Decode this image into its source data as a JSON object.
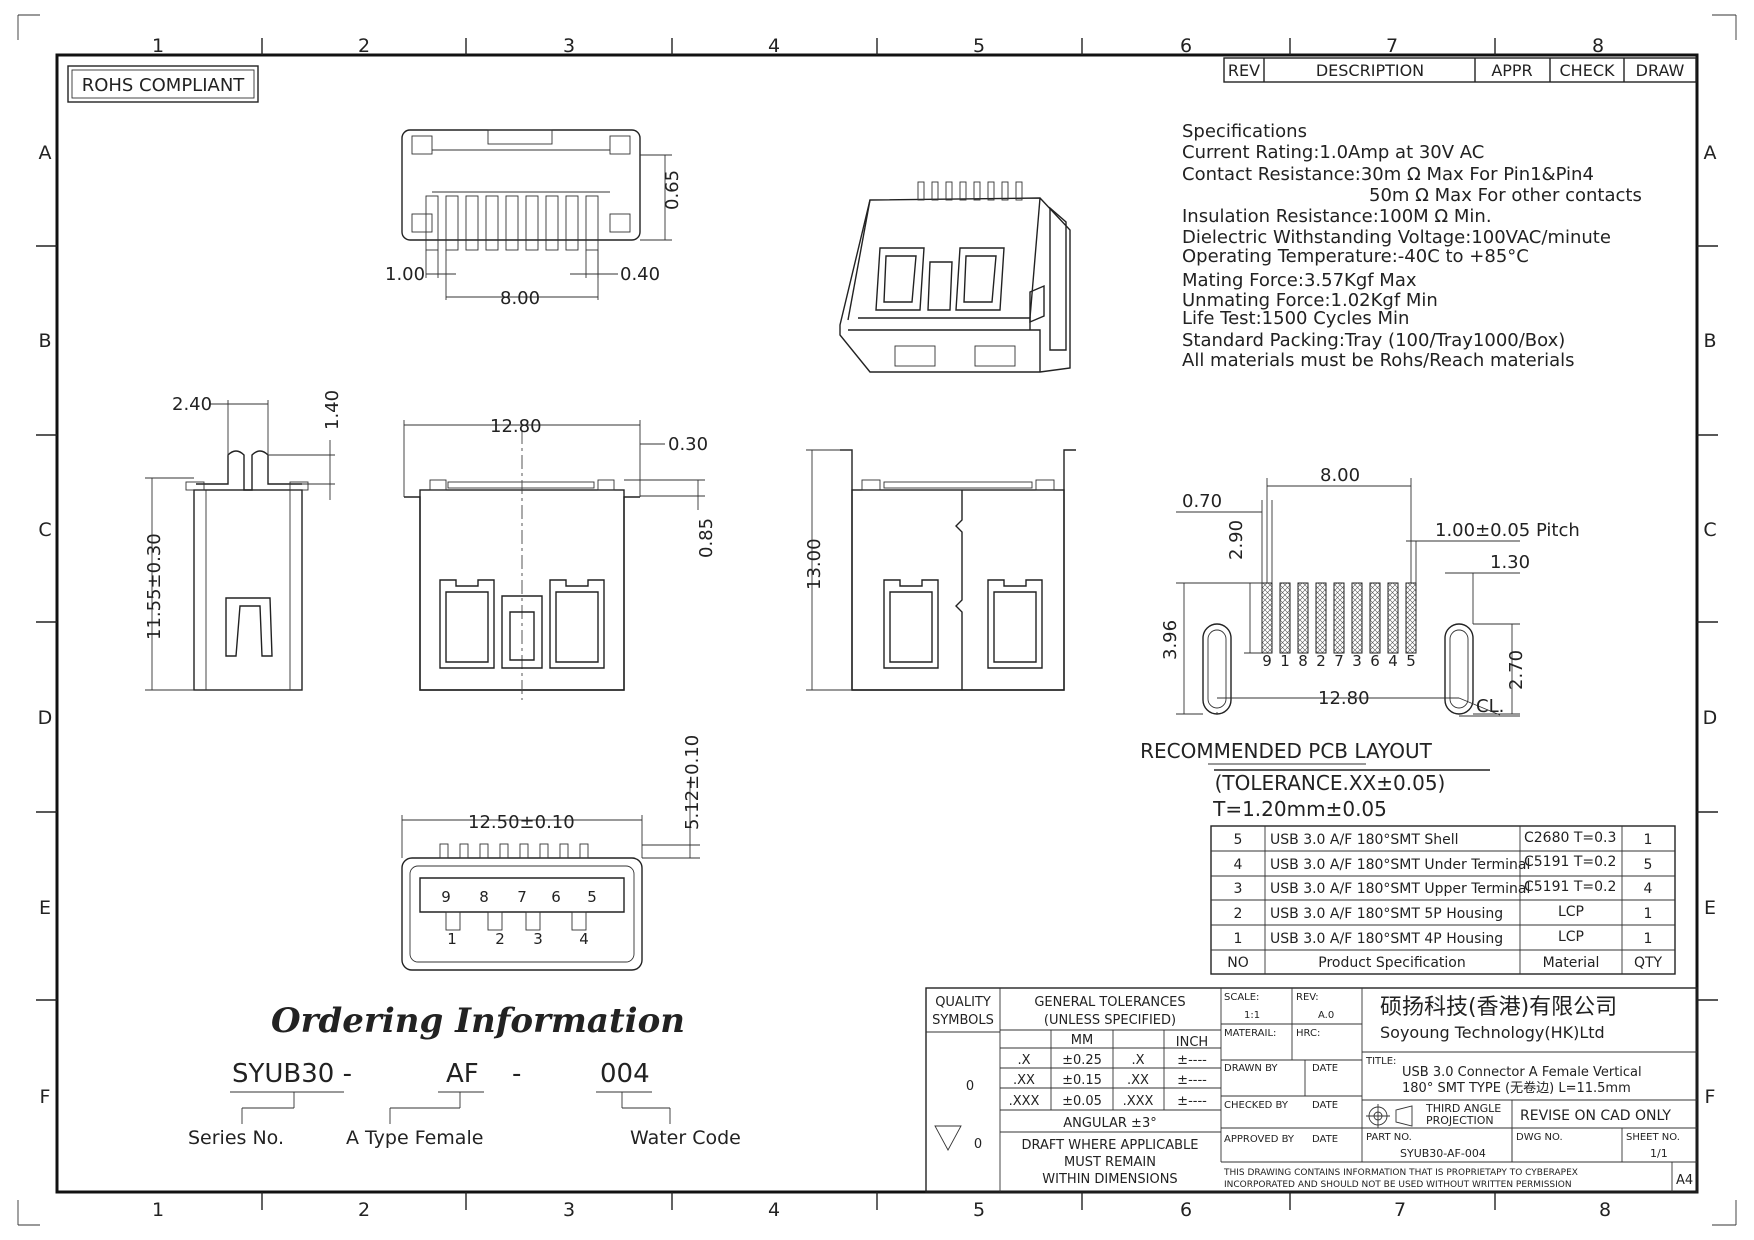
{
  "border": {
    "columns": [
      "1",
      "2",
      "3",
      "4",
      "5",
      "6",
      "7",
      "8"
    ],
    "rows": [
      "A",
      "B",
      "C",
      "D",
      "E",
      "F"
    ]
  },
  "rohs_badge": "ROHS COMPLIANT",
  "revision_block": {
    "rev": "REV",
    "description": "DESCRIPTION",
    "appr": "APPR",
    "check": "CHECK",
    "draw": "DRAW"
  },
  "specifications": {
    "heading": "Specifications",
    "lines": [
      "Current Rating:1.0Amp at 30V AC",
      "Contact Resistance:30m Ω Max For Pin1&Pin4",
      "50m Ω Max For other contacts",
      "Insulation Resistance:100M Ω Min.",
      "Dielectric Withstanding Voltage:100VAC/minute",
      "Operating Temperature:-40C to +85°C",
      "Mating Force:3.57Kgf Max",
      "Unmating Force:1.02Kgf Min",
      "Life Test:1500 Cycles Min",
      "Standard Packing:Tray (100/Tray1000/Box)",
      "All materials must be Rohs/Reach materials"
    ]
  },
  "dimensions": {
    "top_view": {
      "height": "0.65",
      "pitch": "1.00",
      "width": "8.00",
      "pin": "0.40"
    },
    "side_view": {
      "width": "2.40",
      "top": "1.40",
      "height": "11.55±0.30"
    },
    "front_view": {
      "width": "12.80",
      "gap": "0.30",
      "step": "0.85"
    },
    "rear_view": {
      "height": "13.00"
    },
    "bottom_view": {
      "width": "12.50±0.10",
      "height": "5.12±0.10",
      "top_pins": [
        "9",
        "8",
        "7",
        "6",
        "5"
      ],
      "bottom_pins": [
        "1",
        "2",
        "3",
        "4"
      ]
    },
    "pcb": {
      "pitch_span": "8.00",
      "offset": "0.70",
      "pad_len": "2.90",
      "pitch": "1.00±0.05 Pitch",
      "slot_w": "1.30",
      "height": "3.96",
      "slot_h": "2.70",
      "width": "12.80",
      "centerline": "CL.",
      "pin_labels": [
        "9",
        "1",
        "8",
        "2",
        "7",
        "3",
        "6",
        "4",
        "5"
      ]
    }
  },
  "pcb_layout": {
    "title": "RECOMMENDED PCB LAYOUT",
    "tolerance": "(TOLERANCE.XX±0.05)",
    "thickness": "T=1.20mm±0.05"
  },
  "bom": {
    "header": {
      "no": "NO",
      "spec": "Product Specification",
      "material": "Material",
      "qty": "QTY"
    },
    "rows": [
      {
        "no": "5",
        "spec": "USB 3.0 A/F 180°SMT Shell",
        "material": "C2680 T=0.3",
        "qty": "1"
      },
      {
        "no": "4",
        "spec": "USB 3.0 A/F 180°SMT Under Terminal",
        "material": "C5191 T=0.2",
        "qty": "5"
      },
      {
        "no": "3",
        "spec": "USB 3.0 A/F 180°SMT Upper Terminal",
        "material": "C5191 T=0.2",
        "qty": "4"
      },
      {
        "no": "2",
        "spec": "USB 3.0 A/F 180°SMT 5P Housing",
        "material": "LCP",
        "qty": "1"
      },
      {
        "no": "1",
        "spec": "USB 3.0 A/F 180°SMT 4P Housing",
        "material": "LCP",
        "qty": "1"
      }
    ]
  },
  "ordering": {
    "title": "Ordering Information",
    "code_parts": [
      "SYUB30 -",
      "AF",
      "-",
      "004"
    ],
    "labels": [
      "Series No.",
      "A Type Female",
      "Water Code"
    ]
  },
  "title_block": {
    "quality_symbols": [
      "QUALITY",
      "SYMBOLS"
    ],
    "tol_header": [
      "GENERAL TOLERANCES",
      "(UNLESS SPECIFIED)"
    ],
    "mm": "MM",
    "inch": "INCH",
    "tol_rows": [
      {
        "p": ".X",
        "mm": "±0.25",
        "ip": ".X",
        "in": "±----"
      },
      {
        "p": ".XX",
        "mm": "±0.15",
        "ip": ".XX",
        "in": "±----"
      },
      {
        "p": ".XXX",
        "mm": "±0.05",
        "ip": ".XXX",
        "in": "±----"
      }
    ],
    "angular": "ANGULAR ±3°",
    "draft_note": [
      "DRAFT WHERE APPLICABLE",
      "MUST REMAIN",
      "WITHIN DIMENSIONS"
    ],
    "symbol_0a": "▿0",
    "symbol_0b": "0",
    "scale_label": "SCALE:",
    "scale": "1:1",
    "rev_label": "REV:",
    "rev": "A.0",
    "material_label": "MATERAIL:",
    "hrc_label": "HRC:",
    "drawn": "DRAWN BY",
    "checked": "CHECKED BY",
    "approved": "APPROVED BY",
    "date": "DATE",
    "company_cn": "硕扬科技(香港)有限公司",
    "company_en": "Soyoung Technology(HK)Ltd",
    "title_label": "TITLE:",
    "title_line1": "USB 3.0 Connector A Female Vertical",
    "title_line2": "180° SMT TYPE (无卷边) L=11.5mm",
    "projection": [
      "THIRD ANGLE",
      "PROJECTION"
    ],
    "revise_note": "REVISE ON CAD ONLY",
    "part_no_label": "PART NO.",
    "part_no": "SYUB30-AF-004",
    "dwg_no_label": "DWG NO.",
    "sheet_no_label": "SHEET NO.",
    "sheet_no": "1/1",
    "proprietary": [
      "THIS DRAWING CONTAINS INFORMATION THAT IS PROPRIETAPY TO CYBERAPEX",
      "INCORPORATED AND SHOULD NOT BE USED WITHOUT WRITTEN PERMISSION"
    ],
    "size": "A4"
  }
}
